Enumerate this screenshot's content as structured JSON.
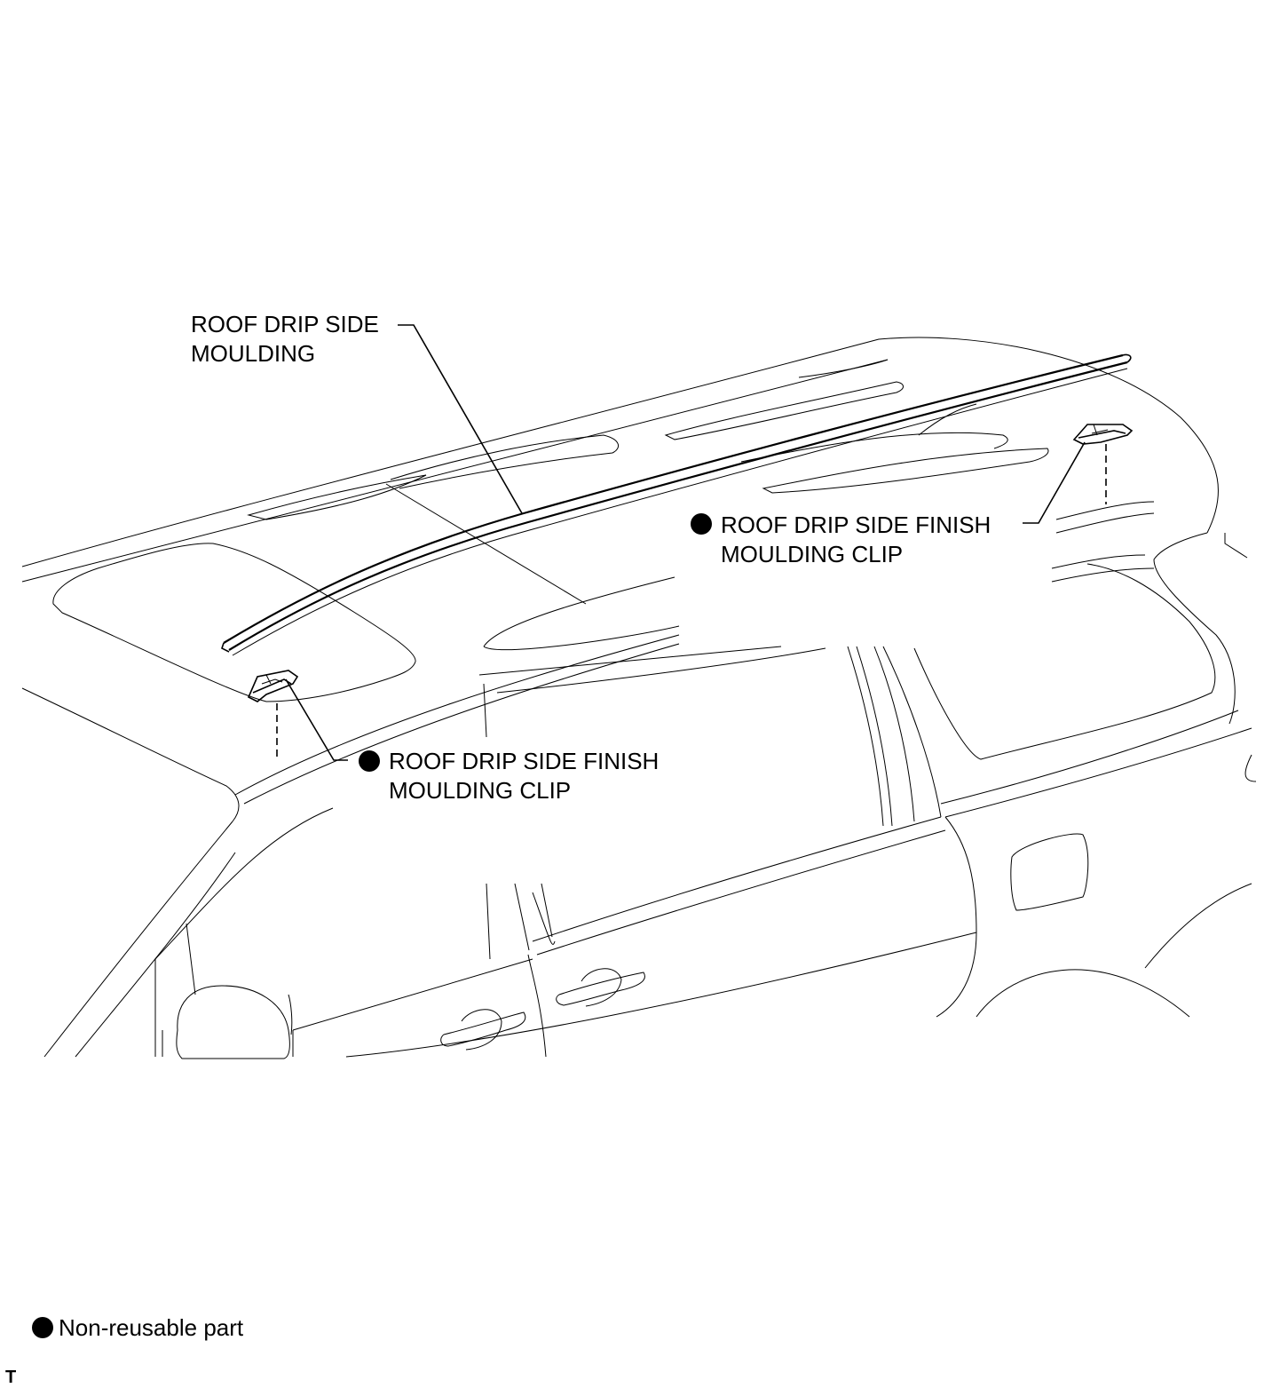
{
  "labels": {
    "moulding": {
      "line1": "ROOF DRIP SIDE",
      "line2": "MOULDING"
    },
    "clip_right": {
      "line1": "ROOF DRIP SIDE FINISH",
      "line2": "MOULDING CLIP"
    },
    "clip_left": {
      "line1": "ROOF DRIP SIDE FINISH",
      "line2": "MOULDING CLIP"
    }
  },
  "legend": {
    "text": "Non-reusable part",
    "symbol": "black-dot-icon"
  },
  "corner_mark": "T"
}
